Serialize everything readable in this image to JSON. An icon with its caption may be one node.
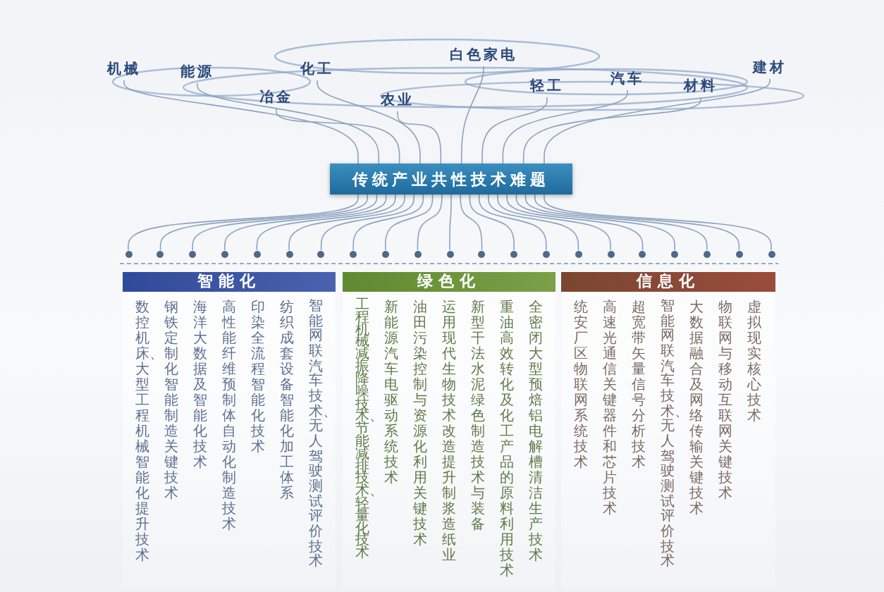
{
  "diagram": {
    "nodes": [
      {
        "text": [
          "机械"
        ]
      },
      {
        "text": [
          "能源"
        ]
      },
      {
        "text": [
          "冶金"
        ]
      },
      {
        "text": [
          "化工"
        ]
      },
      {
        "text": [
          "农业"
        ]
      },
      {
        "text": [
          "白色家电"
        ]
      },
      {
        "text": [
          "轻工"
        ]
      },
      {
        "text": [
          "汽车"
        ]
      },
      {
        "text": [
          "材料"
        ]
      },
      {
        "text": [
          "建材"
        ]
      },
      {
        "text": [
          "传统产业共性技术难题"
        ]
      },
      {
        "text": [],
        "shape": "circle"
      },
      {
        "text": [],
        "shape": "circle"
      },
      {
        "text": [],
        "shape": "circle"
      },
      {
        "text": [],
        "shape": "circle"
      },
      {
        "text": [],
        "shape": "circle"
      },
      {
        "text": [],
        "shape": "circle"
      },
      {
        "text": [],
        "shape": "circle"
      },
      {
        "text": [],
        "shape": "circle"
      },
      {
        "text": [],
        "shape": "circle"
      },
      {
        "text": [],
        "shape": "circle"
      },
      {
        "text": [],
        "shape": "circle"
      },
      {
        "text": [],
        "shape": "circle"
      },
      {
        "text": [],
        "shape": "circle"
      },
      {
        "text": [],
        "shape": "circle"
      },
      {
        "text": [],
        "shape": "circle"
      },
      {
        "text": [],
        "shape": "circle"
      },
      {
        "text": [],
        "shape": "circle"
      },
      {
        "text": [],
        "shape": "circle"
      },
      {
        "text": [],
        "shape": "circle"
      },
      {
        "text": [],
        "shape": "circle"
      },
      {
        "text": [],
        "shape": "circle"
      },
      {
        "text": [
          "智能化",
          "数控机床、大型工程机械智能化提升技术",
          "钢铁定制化智能制造关键技术",
          "海洋大数据及智能化技术",
          "高性能纤维预制体自动化制造技术",
          "印染全流程智能化技术",
          "纺织成套设备智能化加工体系",
          "智能网联汽车技术、无人驾驶测试评价技术"
        ]
      },
      {
        "text": [
          "绿色化",
          "工程机械减振降噪技术、节能减排技术、轻量化技术",
          "新能源汽车电驱动系统技术",
          "油田污染控制与资源化利用关键技术",
          "运用现代生物技术改造提升制浆造纸业",
          "新型干法水泥绿色制造技术与装备",
          "重油高效转化及化工产品的原料利用技术",
          "全密闭大型预焙铝电解槽清洁生产技术"
        ]
      },
      {
        "text": [
          "信息化",
          "统安厂区物联网系统技术",
          "高速光通信关键器件和芯片技术",
          "超宽带矢量信号分析技术",
          "智能网联汽车技术、无人驾驶测试评价技术",
          "大数据融合及网络传输关键技术",
          "物联网与移动互联网关键技术",
          "虚拟现实核心技术"
        ]
      }
    ],
    "edges": [
      {
        "from": 0,
        "to": 10,
        "arrow": "none"
      },
      {
        "from": 1,
        "to": 10,
        "arrow": "none"
      },
      {
        "from": 2,
        "to": 10,
        "arrow": "none"
      },
      {
        "from": 3,
        "to": 10,
        "arrow": "none"
      },
      {
        "from": 4,
        "to": 10,
        "arrow": "none"
      },
      {
        "from": 5,
        "to": 10,
        "arrow": "none"
      },
      {
        "from": 6,
        "to": 10,
        "arrow": "none"
      },
      {
        "from": 7,
        "to": 10,
        "arrow": "none"
      },
      {
        "from": 8,
        "to": 10,
        "arrow": "none"
      },
      {
        "from": 9,
        "to": 10,
        "arrow": "none"
      },
      {
        "from": 10,
        "to": 11,
        "arrow": "none"
      },
      {
        "from": 10,
        "to": 12,
        "arrow": "none"
      },
      {
        "from": 10,
        "to": 13,
        "arrow": "none"
      },
      {
        "from": 10,
        "to": 14,
        "arrow": "none"
      },
      {
        "from": 10,
        "to": 15,
        "arrow": "none"
      },
      {
        "from": 10,
        "to": 16,
        "arrow": "none"
      },
      {
        "from": 10,
        "to": 17,
        "arrow": "none"
      },
      {
        "from": 10,
        "to": 18,
        "arrow": "none"
      },
      {
        "from": 10,
        "to": 19,
        "arrow": "none"
      },
      {
        "from": 10,
        "to": 20,
        "arrow": "none"
      },
      {
        "from": 10,
        "to": 21,
        "arrow": "none"
      },
      {
        "from": 10,
        "to": 22,
        "arrow": "none"
      },
      {
        "from": 10,
        "to": 23,
        "arrow": "none"
      },
      {
        "from": 10,
        "to": 24,
        "arrow": "none"
      },
      {
        "from": 10,
        "to": 25,
        "arrow": "none"
      },
      {
        "from": 10,
        "to": 26,
        "arrow": "none"
      },
      {
        "from": 10,
        "to": 27,
        "arrow": "none"
      },
      {
        "from": 10,
        "to": 28,
        "arrow": "none"
      },
      {
        "from": 10,
        "to": 29,
        "arrow": "none"
      },
      {
        "from": 10,
        "to": 30,
        "arrow": "none"
      },
      {
        "from": 10,
        "to": 31,
        "arrow": "none"
      }
    ]
  }
}
